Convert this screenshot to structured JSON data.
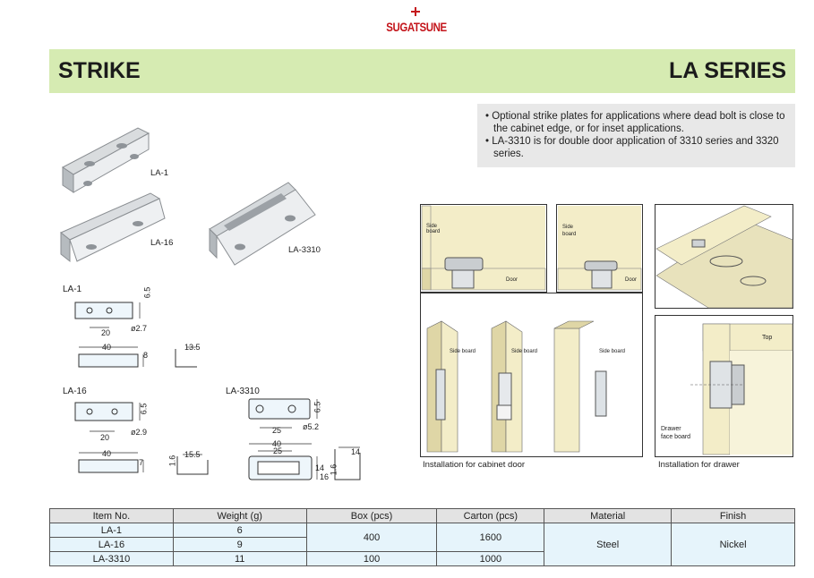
{
  "brand": {
    "name": "SUGATSUNE"
  },
  "header": {
    "title_left": "STRIKE",
    "title_right": "LA SERIES"
  },
  "notes": [
    "• Optional strike plates for applications where dead bolt is close to the cabinet edge, or for inset applications.",
    "• LA-3310 is for double door application of 3310 series and 3320 series."
  ],
  "products": {
    "photo_labels": [
      "LA-1",
      "LA-16",
      "LA-3310"
    ],
    "drawing_titles": [
      "LA-1",
      "LA-16",
      "LA-3310"
    ]
  },
  "dimensions": {
    "la1": [
      "6.5",
      "20",
      "ø2.7",
      "40",
      "13.5",
      "8"
    ],
    "la16": [
      "6.5",
      "20",
      "ø2.9",
      "40",
      "7",
      "1.6",
      "15.5"
    ],
    "la3310": [
      "6.5",
      "25",
      "ø5.2",
      "40",
      "25",
      "14",
      "1.6",
      "16",
      "14"
    ]
  },
  "installation": {
    "side_board": "Side board",
    "side_board_short": "Side\nboard",
    "door": "Door",
    "top": "Top",
    "drawer_face_board": "Drawer\nface board",
    "caption_door": "Installation for cabinet door",
    "caption_drawer": "Installation for drawer"
  },
  "table": {
    "headers": [
      "Item No.",
      "Weight (g)",
      "Box (pcs)",
      "Carton (pcs)",
      "Material",
      "Finish"
    ],
    "rows": [
      {
        "item": "LA-1",
        "weight": "6"
      },
      {
        "item": "LA-16",
        "weight": "9"
      },
      {
        "item": "LA-3310",
        "weight": "11"
      }
    ],
    "box_la1_la16": "400",
    "carton_la1_la16": "1600",
    "box_la3310": "100",
    "carton_la3310": "1000",
    "material": "Steel",
    "finish": "Nickel"
  },
  "colors": {
    "banner_bg": "#d6ebb2",
    "notes_bg": "#e8e8e8",
    "table_header_bg": "#e3e3e3",
    "table_cell_bg": "#e6f4fb",
    "wood": "#f3edc8",
    "brand_red": "#c4161c"
  }
}
